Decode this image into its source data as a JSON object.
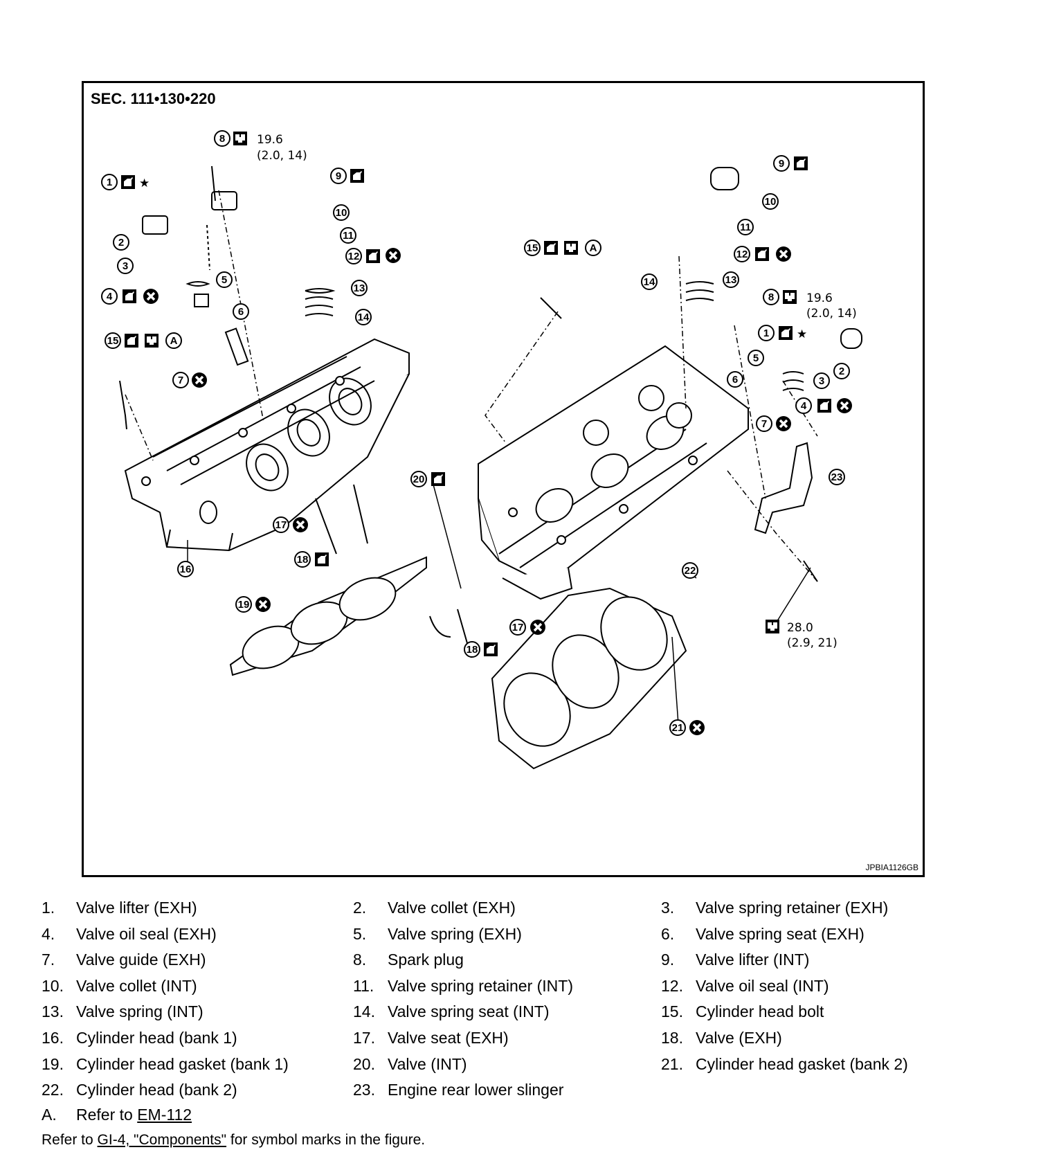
{
  "figure": {
    "section": "SEC. 111•130•220",
    "code": "JPBIA1126GB",
    "torques": [
      {
        "value": "19.6",
        "sub": "(2.0, 14)"
      },
      {
        "value": "19.6",
        "sub": "(2.0, 14)"
      },
      {
        "value": "28.0",
        "sub": "(2.9, 21)"
      }
    ],
    "callout_labels": [
      "1",
      "2",
      "3",
      "4",
      "5",
      "6",
      "7",
      "8",
      "9",
      "10",
      "11",
      "12",
      "13",
      "14",
      "15",
      "16",
      "17",
      "18",
      "19",
      "20",
      "21",
      "22",
      "23"
    ],
    "ref_mark": "A",
    "star": "★"
  },
  "legend": [
    {
      "num": "1.",
      "label": "Valve lifter (EXH)"
    },
    {
      "num": "2.",
      "label": "Valve collet (EXH)"
    },
    {
      "num": "3.",
      "label": "Valve spring retainer (EXH)"
    },
    {
      "num": "4.",
      "label": "Valve oil seal (EXH)"
    },
    {
      "num": "5.",
      "label": "Valve spring (EXH)"
    },
    {
      "num": "6.",
      "label": "Valve spring seat (EXH)"
    },
    {
      "num": "7.",
      "label": "Valve guide (EXH)"
    },
    {
      "num": "8.",
      "label": "Spark plug"
    },
    {
      "num": "9.",
      "label": "Valve lifter (INT)"
    },
    {
      "num": "10.",
      "label": "Valve collet (INT)"
    },
    {
      "num": "11.",
      "label": "Valve spring retainer (INT)"
    },
    {
      "num": "12.",
      "label": "Valve oil seal (INT)"
    },
    {
      "num": "13.",
      "label": "Valve spring (INT)"
    },
    {
      "num": "14.",
      "label": "Valve spring seat (INT)"
    },
    {
      "num": "15.",
      "label": "Cylinder head bolt"
    },
    {
      "num": "16.",
      "label": "Cylinder head (bank 1)"
    },
    {
      "num": "17.",
      "label": "Valve seat (EXH)"
    },
    {
      "num": "18.",
      "label": "Valve (EXH)"
    },
    {
      "num": "19.",
      "label": "Cylinder head gasket (bank 1)"
    },
    {
      "num": "20.",
      "label": "Valve (INT)"
    },
    {
      "num": "21.",
      "label": "Cylinder head gasket (bank 2)"
    },
    {
      "num": "22.",
      "label": "Cylinder head (bank 2)"
    },
    {
      "num": "23.",
      "label": "Engine rear lower slinger"
    }
  ],
  "note_a": {
    "num": "A.",
    "prefix": "Refer to ",
    "link": "EM-112"
  },
  "note_ref": {
    "prefix": "Refer to ",
    "link": "GI-4, \"Components\"",
    "suffix": " for symbol marks in the figure."
  }
}
